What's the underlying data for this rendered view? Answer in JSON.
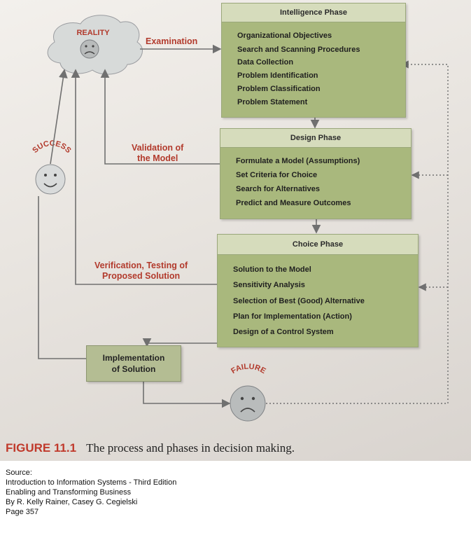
{
  "intelligence_phase": {
    "title": "Intelligence Phase",
    "items": [
      "Organizational Objectives",
      "Search and Scanning Procedures",
      "Data Collection",
      "Problem Identification",
      "Problem Classification",
      "Problem Statement"
    ]
  },
  "design_phase": {
    "title": "Design Phase",
    "items": [
      "Formulate a Model (Assumptions)",
      "Set Criteria for Choice",
      "Search for Alternatives",
      "Predict and Measure Outcomes"
    ]
  },
  "choice_phase": {
    "title": "Choice Phase",
    "items": [
      "Solution to the Model",
      "Sensitivity Analysis",
      "Selection of Best (Good) Alternative",
      "Plan for Implementation (Action)",
      "Design of a Control System"
    ]
  },
  "labels": {
    "reality": "REALITY",
    "examination": "Examination",
    "validation": "Validation of\nthe Model",
    "verification": "Verification, Testing of\nProposed Solution",
    "implementation": "Implementation\nof Solution",
    "success": "SUCCESS",
    "failure": "FAILURE"
  },
  "caption": {
    "figure": "FIGURE 11.1",
    "text": "The process and phases in decision making."
  },
  "source": {
    "lines": [
      "Source:",
      "Introduction to Information Systems - Third Edition",
      "Enabling and Transforming Business",
      "By R. Kelly Rainer, Casey G. Cegielski",
      "Page 357"
    ]
  },
  "colors": {
    "phase_green": "#a9b87d",
    "label_red": "#b23a2c",
    "arrow": "#707070"
  }
}
